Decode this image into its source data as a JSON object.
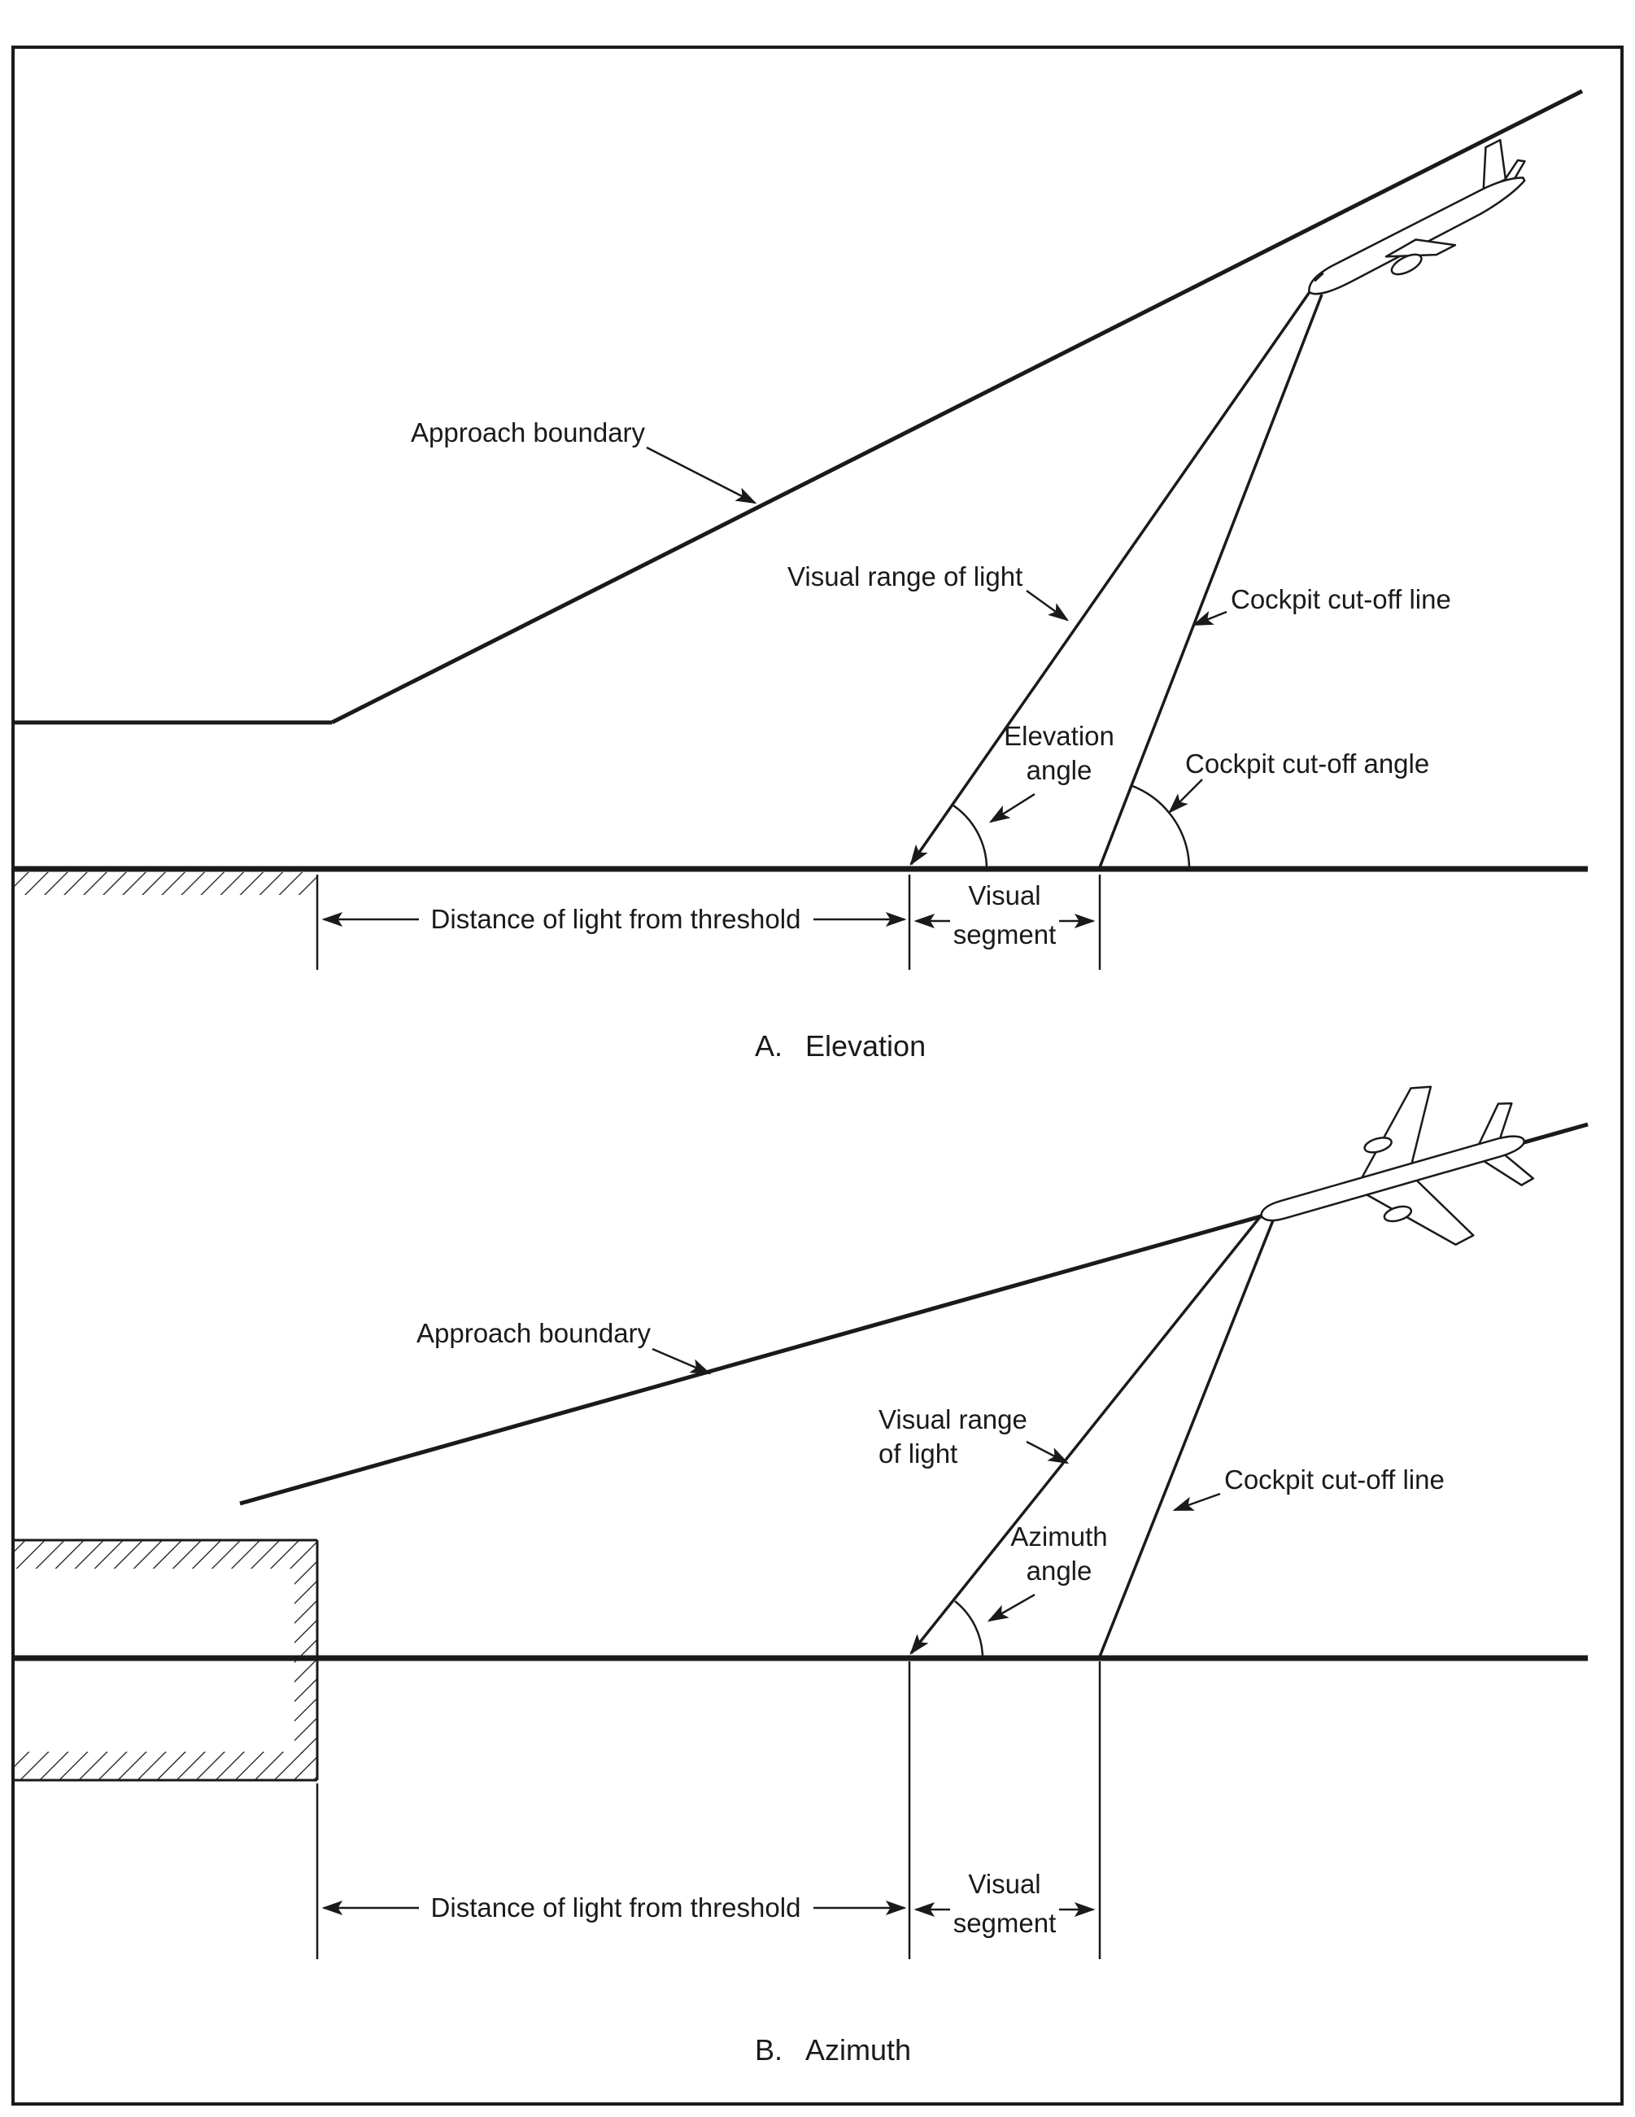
{
  "panel_a": {
    "caption_prefix": "A.",
    "caption_label": "Elevation",
    "labels": {
      "approach_boundary": "Approach boundary",
      "visual_range_of_light": "Visual range of light",
      "cockpit_cutoff_line": "Cockpit cut-off line",
      "elevation_angle_line1": "Elevation",
      "elevation_angle_line2": "angle",
      "cockpit_cutoff_angle": "Cockpit cut-off angle",
      "distance_from_threshold": "Distance of light from threshold",
      "visual_segment_line1": "Visual",
      "visual_segment_line2": "segment"
    }
  },
  "panel_b": {
    "caption_prefix": "B.",
    "caption_label": "Azimuth",
    "labels": {
      "approach_boundary": "Approach boundary",
      "visual_range_line1": "Visual range",
      "visual_range_line2": "of light",
      "cockpit_cutoff_line": "Cockpit cut-off line",
      "azimuth_angle_line1": "Azimuth",
      "azimuth_angle_line2": "angle",
      "distance_from_threshold": "Distance of light from threshold",
      "visual_segment_line1": "Visual",
      "visual_segment_line2": "segment"
    }
  },
  "colors": {
    "ink": "#1a1a1a",
    "background": "#ffffff"
  }
}
